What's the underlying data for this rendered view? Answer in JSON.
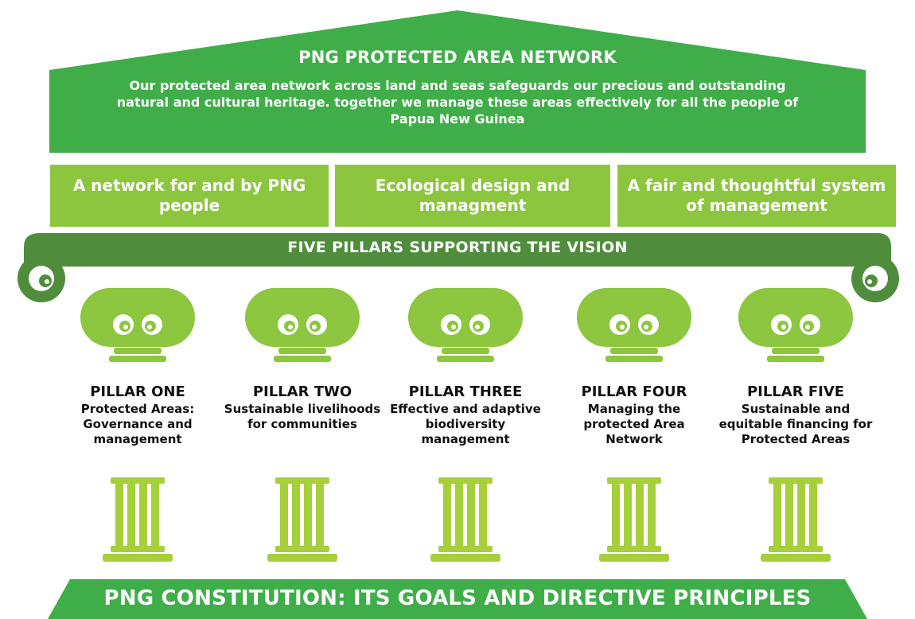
{
  "colors": {
    "dark_green": "#3fae49",
    "light_green": "#8cc63f",
    "scroll_green": "#4f8d3c",
    "capital_green": "#8dc63f",
    "shaft_green": "#a6cf3a",
    "text_dark": "#111111"
  },
  "roof": {
    "title": "PNG PROTECTED AREA NETWORK",
    "description": "Our protected area network across land and seas safeguards our precious and outstanding natural and cultural heritage. together we manage these areas effectively for all the people of Papua New Guinea"
  },
  "principles": [
    {
      "label": "A network for and by PNG people"
    },
    {
      "label": "Ecological design and managment"
    },
    {
      "label": "A fair and thoughtful system of management"
    }
  ],
  "vision_banner": {
    "title": "FIVE PILLARS SUPPORTING THE VISION"
  },
  "pillars": [
    {
      "title": "PILLAR ONE",
      "description": "Protected Areas: Governance and management"
    },
    {
      "title": "PILLAR TWO",
      "description": "Sustainable livelihoods for communities"
    },
    {
      "title": "PILLAR THREE",
      "description": "Effective and adaptive biodiversity management"
    },
    {
      "title": "PILLAR FOUR",
      "description": "Managing the protected Area Network"
    },
    {
      "title": "PILLAR FIVE",
      "description": "Sustainable and equitable financing for Protected Areas"
    }
  ],
  "base": {
    "title": "PNG CONSTITUTION: ITS GOALS AND DIRECTIVE PRINCIPLES"
  }
}
